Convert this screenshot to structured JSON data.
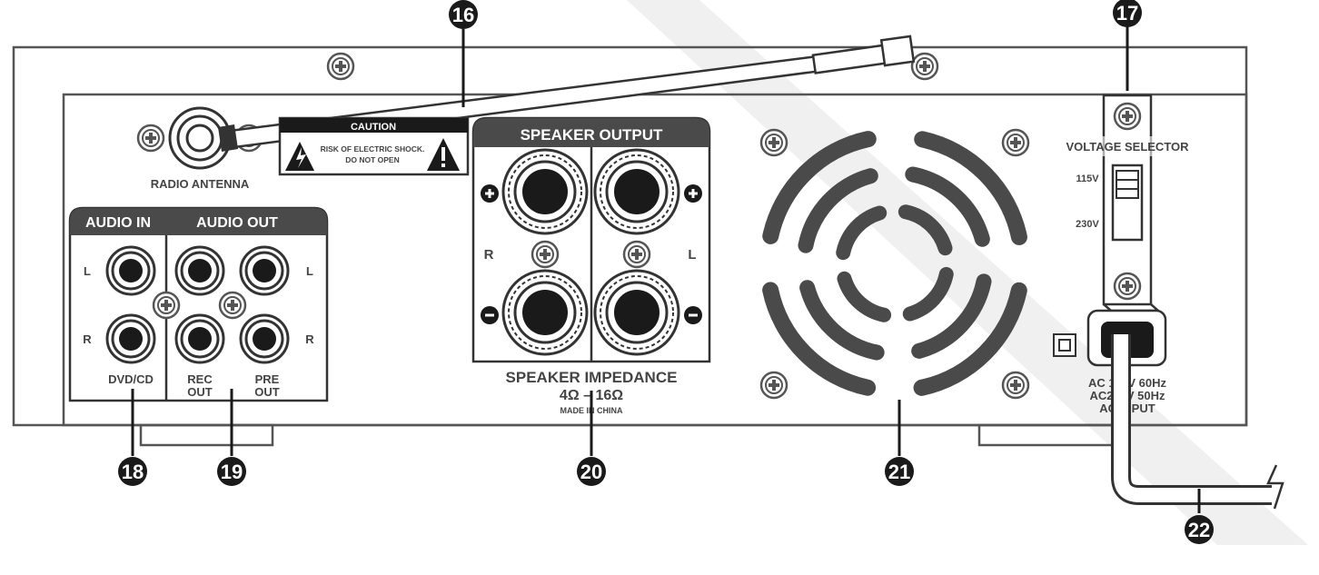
{
  "callouts": [
    "16",
    "17",
    "18",
    "19",
    "20",
    "21",
    "22"
  ],
  "labels": {
    "radio_antenna": "RADIO ANTENNA",
    "caution_title": "CAUTION",
    "caution_line1": "RISK OF ELECTRIC SHOCK.",
    "caution_line2": "DO NOT OPEN",
    "speaker_output": "SPEAKER OUTPUT",
    "speaker_impedance": "SPEAKER IMPEDANCE",
    "impedance_value": "4Ω – 16Ω",
    "made_in": "MADE IN CHINA",
    "audio_in": "AUDIO IN",
    "audio_out": "AUDIO OUT",
    "left": "L",
    "right": "R",
    "dvd_cd": "DVD/CD",
    "rec": "REC",
    "pre": "PRE",
    "out": "OUT",
    "voltage_selector": "VOLTAGE SELECTOR",
    "v115": "115V",
    "v230": "230V",
    "ac_line1": "AC 115V 60Hz",
    "ac_line2": "AC230V 50Hz",
    "ac_line3": "AC INPUT"
  },
  "colors": {
    "outline": "#555555",
    "dark": "#1a1a1a",
    "panel_header": "#4a4a4a",
    "watermark": "#ececec"
  }
}
